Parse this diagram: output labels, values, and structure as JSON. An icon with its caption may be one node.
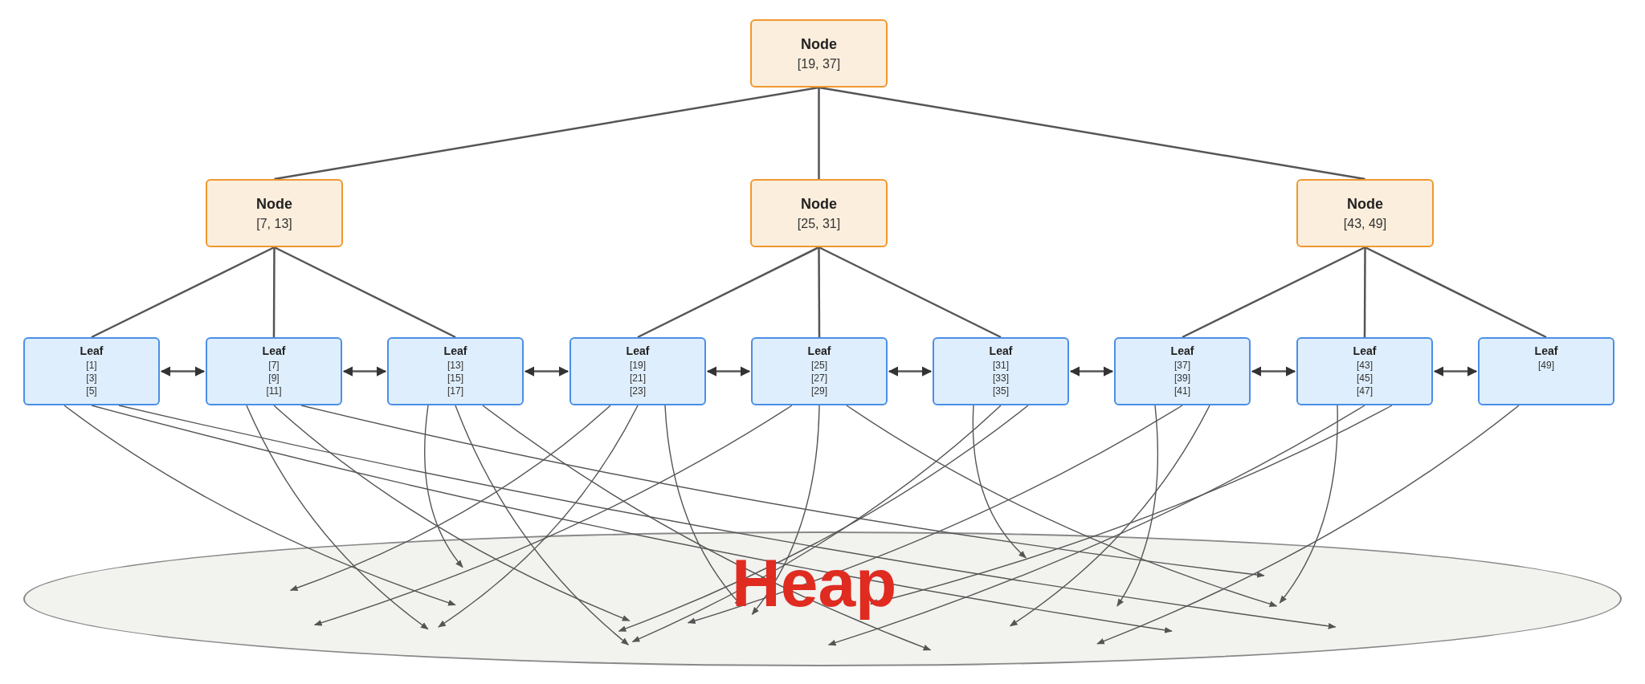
{
  "diagram": {
    "nodes": [
      {
        "text": [
          "Node",
          "[19, 37]"
        ]
      },
      {
        "text": [
          "Node",
          "[7, 13]"
        ]
      },
      {
        "text": [
          "Node",
          "[25, 31]"
        ]
      },
      {
        "text": [
          "Node",
          "[43, 49]"
        ]
      },
      {
        "text": [
          "Leaf",
          "[1]",
          "[3]",
          "[5]"
        ]
      },
      {
        "text": [
          "Leaf",
          "[7]",
          "[9]",
          "[11]"
        ]
      },
      {
        "text": [
          "Leaf",
          "[13]",
          "[15]",
          "[17]"
        ]
      },
      {
        "text": [
          "Leaf",
          "[19]",
          "[21]",
          "[23]"
        ]
      },
      {
        "text": [
          "Leaf",
          "[25]",
          "[27]",
          "[29]"
        ]
      },
      {
        "text": [
          "Leaf",
          "[31]",
          "[33]",
          "[35]"
        ]
      },
      {
        "text": [
          "Leaf",
          "[37]",
          "[39]",
          "[41]"
        ]
      },
      {
        "text": [
          "Leaf",
          "[43]",
          "[45]",
          "[47]"
        ]
      },
      {
        "text": [
          "Leaf",
          "[49]"
        ]
      },
      {
        "text": [
          "Heap"
        ]
      }
    ],
    "edges": [
      {
        "from": 0,
        "to": 1,
        "arrow": "none"
      },
      {
        "from": 0,
        "to": 2,
        "arrow": "none"
      },
      {
        "from": 0,
        "to": 3,
        "arrow": "none"
      },
      {
        "from": 1,
        "to": 4,
        "arrow": "none"
      },
      {
        "from": 1,
        "to": 5,
        "arrow": "none"
      },
      {
        "from": 1,
        "to": 6,
        "arrow": "none"
      },
      {
        "from": 2,
        "to": 7,
        "arrow": "none"
      },
      {
        "from": 2,
        "to": 8,
        "arrow": "none"
      },
      {
        "from": 2,
        "to": 9,
        "arrow": "none"
      },
      {
        "from": 3,
        "to": 10,
        "arrow": "none"
      },
      {
        "from": 3,
        "to": 11,
        "arrow": "none"
      },
      {
        "from": 3,
        "to": 12,
        "arrow": "none"
      },
      {
        "from": 4,
        "to": 5,
        "arrow": "both"
      },
      {
        "from": 5,
        "to": 6,
        "arrow": "both"
      },
      {
        "from": 6,
        "to": 7,
        "arrow": "both"
      },
      {
        "from": 7,
        "to": 8,
        "arrow": "both"
      },
      {
        "from": 8,
        "to": 9,
        "arrow": "both"
      },
      {
        "from": 9,
        "to": 10,
        "arrow": "both"
      },
      {
        "from": 10,
        "to": 11,
        "arrow": "both"
      },
      {
        "from": 11,
        "to": 12,
        "arrow": "both"
      },
      {
        "from": 4,
        "to": 13,
        "arrow": "to"
      },
      {
        "from": 4,
        "to": 13,
        "arrow": "to"
      },
      {
        "from": 4,
        "to": 13,
        "arrow": "to"
      },
      {
        "from": 5,
        "to": 13,
        "arrow": "to"
      },
      {
        "from": 5,
        "to": 13,
        "arrow": "to"
      },
      {
        "from": 5,
        "to": 13,
        "arrow": "to"
      },
      {
        "from": 6,
        "to": 13,
        "arrow": "to"
      },
      {
        "from": 6,
        "to": 13,
        "arrow": "to"
      },
      {
        "from": 6,
        "to": 13,
        "arrow": "to"
      },
      {
        "from": 7,
        "to": 13,
        "arrow": "to"
      },
      {
        "from": 7,
        "to": 13,
        "arrow": "to"
      },
      {
        "from": 7,
        "to": 13,
        "arrow": "to"
      },
      {
        "from": 8,
        "to": 13,
        "arrow": "to"
      },
      {
        "from": 8,
        "to": 13,
        "arrow": "to"
      },
      {
        "from": 8,
        "to": 13,
        "arrow": "to"
      },
      {
        "from": 9,
        "to": 13,
        "arrow": "to"
      },
      {
        "from": 9,
        "to": 13,
        "arrow": "to"
      },
      {
        "from": 9,
        "to": 13,
        "arrow": "to"
      },
      {
        "from": 10,
        "to": 13,
        "arrow": "to"
      },
      {
        "from": 10,
        "to": 13,
        "arrow": "to"
      },
      {
        "from": 10,
        "to": 13,
        "arrow": "to"
      },
      {
        "from": 11,
        "to": 13,
        "arrow": "to"
      },
      {
        "from": 11,
        "to": 13,
        "arrow": "to"
      },
      {
        "from": 11,
        "to": 13,
        "arrow": "to"
      },
      {
        "from": 12,
        "to": 13,
        "arrow": "to"
      }
    ]
  }
}
